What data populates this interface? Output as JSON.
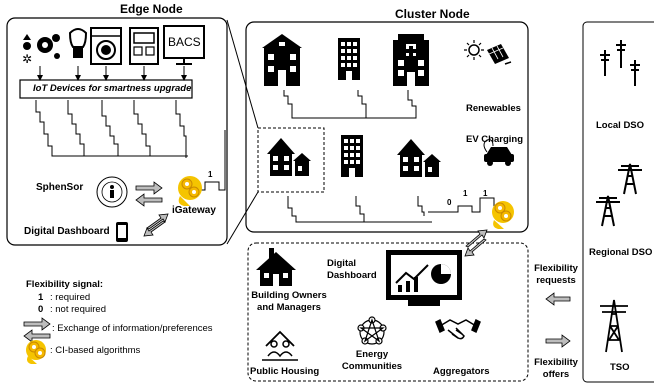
{
  "edge_node": {
    "title": "Edge Node",
    "bacs_label": "BACS",
    "iot_bar": "IoT Devices for smartness upgrade",
    "sphensor": "SphenSor",
    "igateway": "iGateway",
    "digital_dashboard": "Digital Dashboard"
  },
  "cluster_node": {
    "title": "Cluster  Node",
    "renewables": "Renewables",
    "ev_charging": "EV Charging"
  },
  "signal_bits": {
    "one": "1",
    "zero": "0"
  },
  "stakeholders": {
    "digital_dashboard": [
      "Digital",
      "Dashboard"
    ],
    "building_owners": [
      "Building Owners",
      "and Managers"
    ],
    "public_housing": "Public Housing",
    "energy_communities": [
      "Energy",
      "Communities"
    ],
    "aggregators": "Aggregators"
  },
  "flexibility": {
    "requests": [
      "Flexibility",
      "requests"
    ],
    "offers": [
      "Flexibility",
      "offers"
    ]
  },
  "grid": {
    "local_dso": "Local DSO",
    "regional_dso": "Regional DSO",
    "tso": "TSO"
  },
  "legend": {
    "title": "Flexibility signal:",
    "one_key": "1",
    "one_text": ": required",
    "zero_key": "0",
    "zero_text": ": not required",
    "exchange_text": ": Exchange of information/preferences",
    "ci_text": ": CI-based algorithms"
  }
}
